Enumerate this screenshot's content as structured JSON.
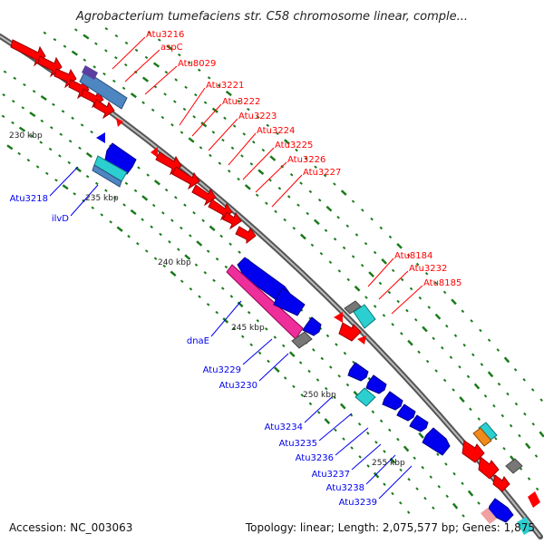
{
  "title": "Agrobacterium tumefaciens str. C58 chromosome linear, comple...",
  "footer": {
    "accession": "Accession: NC_003063",
    "topology": "Topology: linear; Length: 2,075,577 bp; Genes: 1,875"
  },
  "colors": {
    "forward": "#ff0000",
    "reverse": "#0000ee",
    "cds_teal": "#2ccfd0",
    "cds_steel": "#4d86c0",
    "cds_gray": "#777777",
    "cds_pink": "#ee2e9a",
    "cds_orange": "#f08a1c",
    "tick": "#1a7a1a"
  },
  "kbp_labels": [
    "230 kbp",
    "235 kbp",
    "240 kbp",
    "245 kbp",
    "250 kbp",
    "255 kbp"
  ],
  "forward_labels": [
    "Atu3216",
    "aspC",
    "Atu8029",
    "Atu3221",
    "Atu3222",
    "Atu3223",
    "Atu3224",
    "Atu3225",
    "Atu3226",
    "Atu3227",
    "Atu8184",
    "Atu3232",
    "Atu8185"
  ],
  "reverse_labels": [
    "Atu3218",
    "ilvD",
    "dnaE",
    "Atu3229",
    "Atu3230",
    "Atu3234",
    "Atu3235",
    "Atu3236",
    "Atu3237",
    "Atu3238",
    "Atu3239"
  ]
}
